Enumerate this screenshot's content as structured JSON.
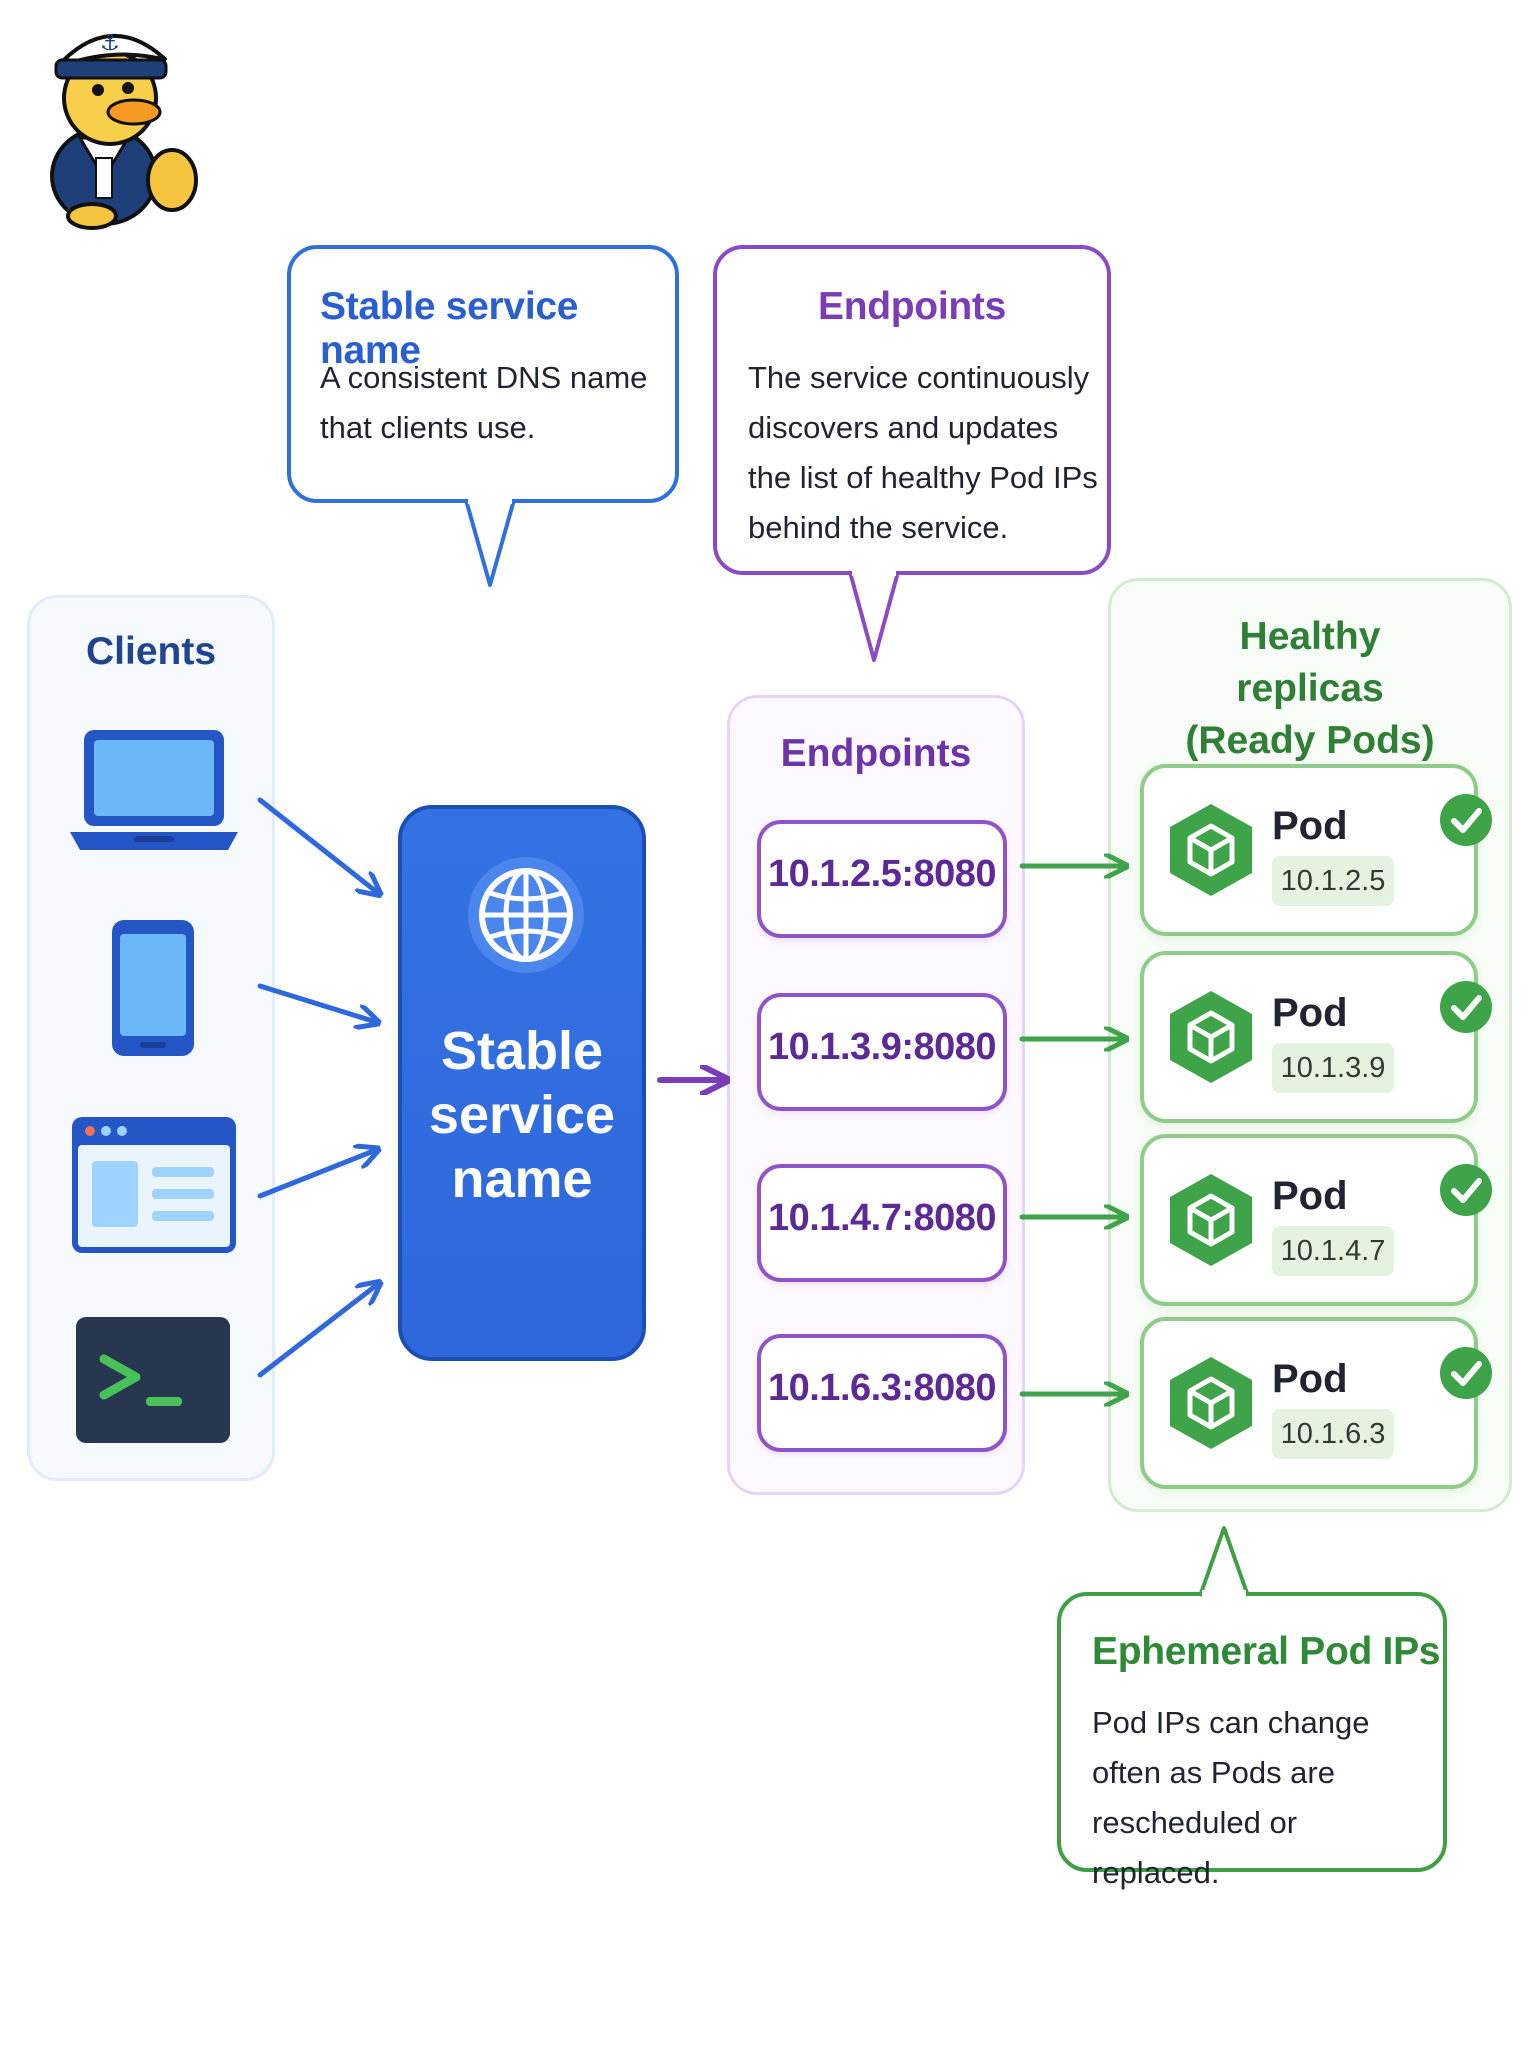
{
  "callouts": {
    "service": {
      "title": "Stable service name",
      "text": "A consistent DNS name that clients use."
    },
    "endpoints": {
      "title": "Endpoints",
      "text": "The service continuously discovers and updates the list of healthy Pod IPs behind the service."
    },
    "ephemeral": {
      "title": "Ephemeral Pod IPs",
      "text": "Pod IPs can change often as Pods are rescheduled or replaced."
    }
  },
  "clients": {
    "title": "Clients",
    "icons": [
      "laptop-icon",
      "phone-icon",
      "browser-icon",
      "terminal-icon"
    ]
  },
  "service": {
    "label": "Stable service name",
    "icon": "globe-icon"
  },
  "endpoints": {
    "title": "Endpoints",
    "items": [
      "10.1.2.5:8080",
      "10.1.3.9:8080",
      "10.1.4.7:8080",
      "10.1.6.3:8080"
    ]
  },
  "replicas": {
    "title": "Healthy replicas (Ready Pods)",
    "pods": [
      {
        "name": "Pod",
        "ip": "10.1.2.5"
      },
      {
        "name": "Pod",
        "ip": "10.1.3.9"
      },
      {
        "name": "Pod",
        "ip": "10.1.4.7"
      },
      {
        "name": "Pod",
        "ip": "10.1.6.3"
      }
    ]
  },
  "colors": {
    "service_blue": "#2e68dc",
    "endpoint_purple": "#8f55c8",
    "pod_green": "#3fa34a"
  }
}
